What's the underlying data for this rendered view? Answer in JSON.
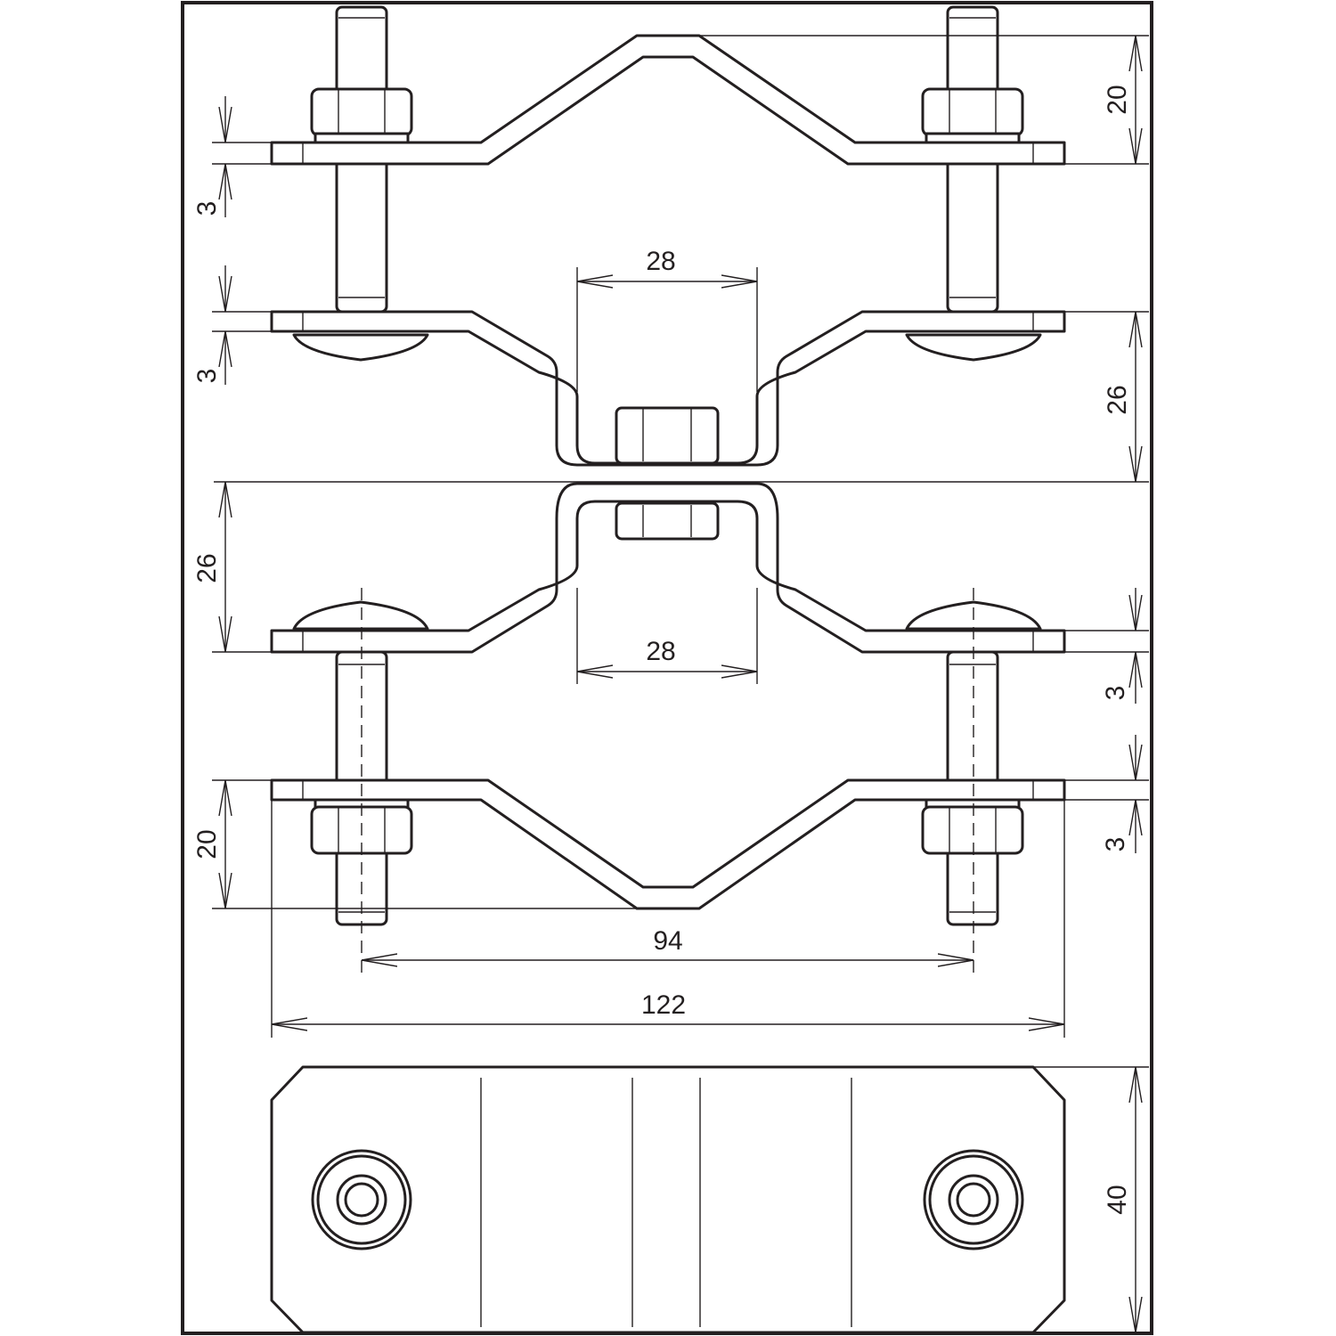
{
  "dimensions": {
    "top_offset": "20",
    "top_thickness_upper": "3",
    "top_thickness_lower": "3",
    "upper_channel_width": "28",
    "upper_channel_depth": "26",
    "lower_channel_depth": "26",
    "lower_channel_width": "28",
    "bottom_thickness_upper": "3",
    "bottom_thickness_lower": "3",
    "bottom_offset": "20",
    "bolt_spacing": "94",
    "overall_length": "122",
    "plate_width": "40"
  },
  "colors": {
    "line": "#231f20",
    "background": "#ffffff"
  }
}
